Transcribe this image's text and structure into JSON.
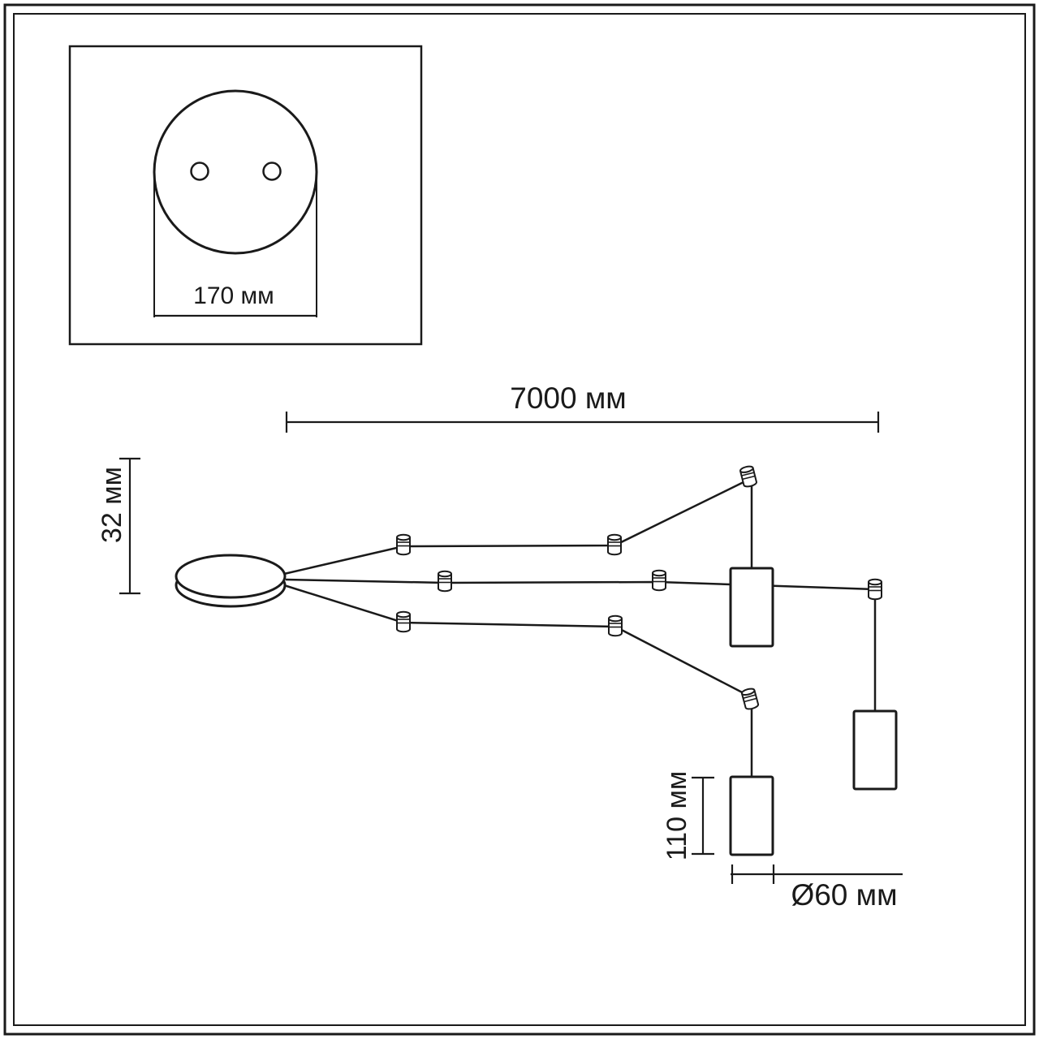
{
  "colors": {
    "line": "#1a1a1a",
    "background": "#ffffff"
  },
  "labels": {
    "plate_diameter": "170 мм",
    "cable_length": "7000 мм",
    "canopy_height": "32 мм",
    "shade_height": "110 мм",
    "shade_diameter": "Ø60 мм"
  }
}
